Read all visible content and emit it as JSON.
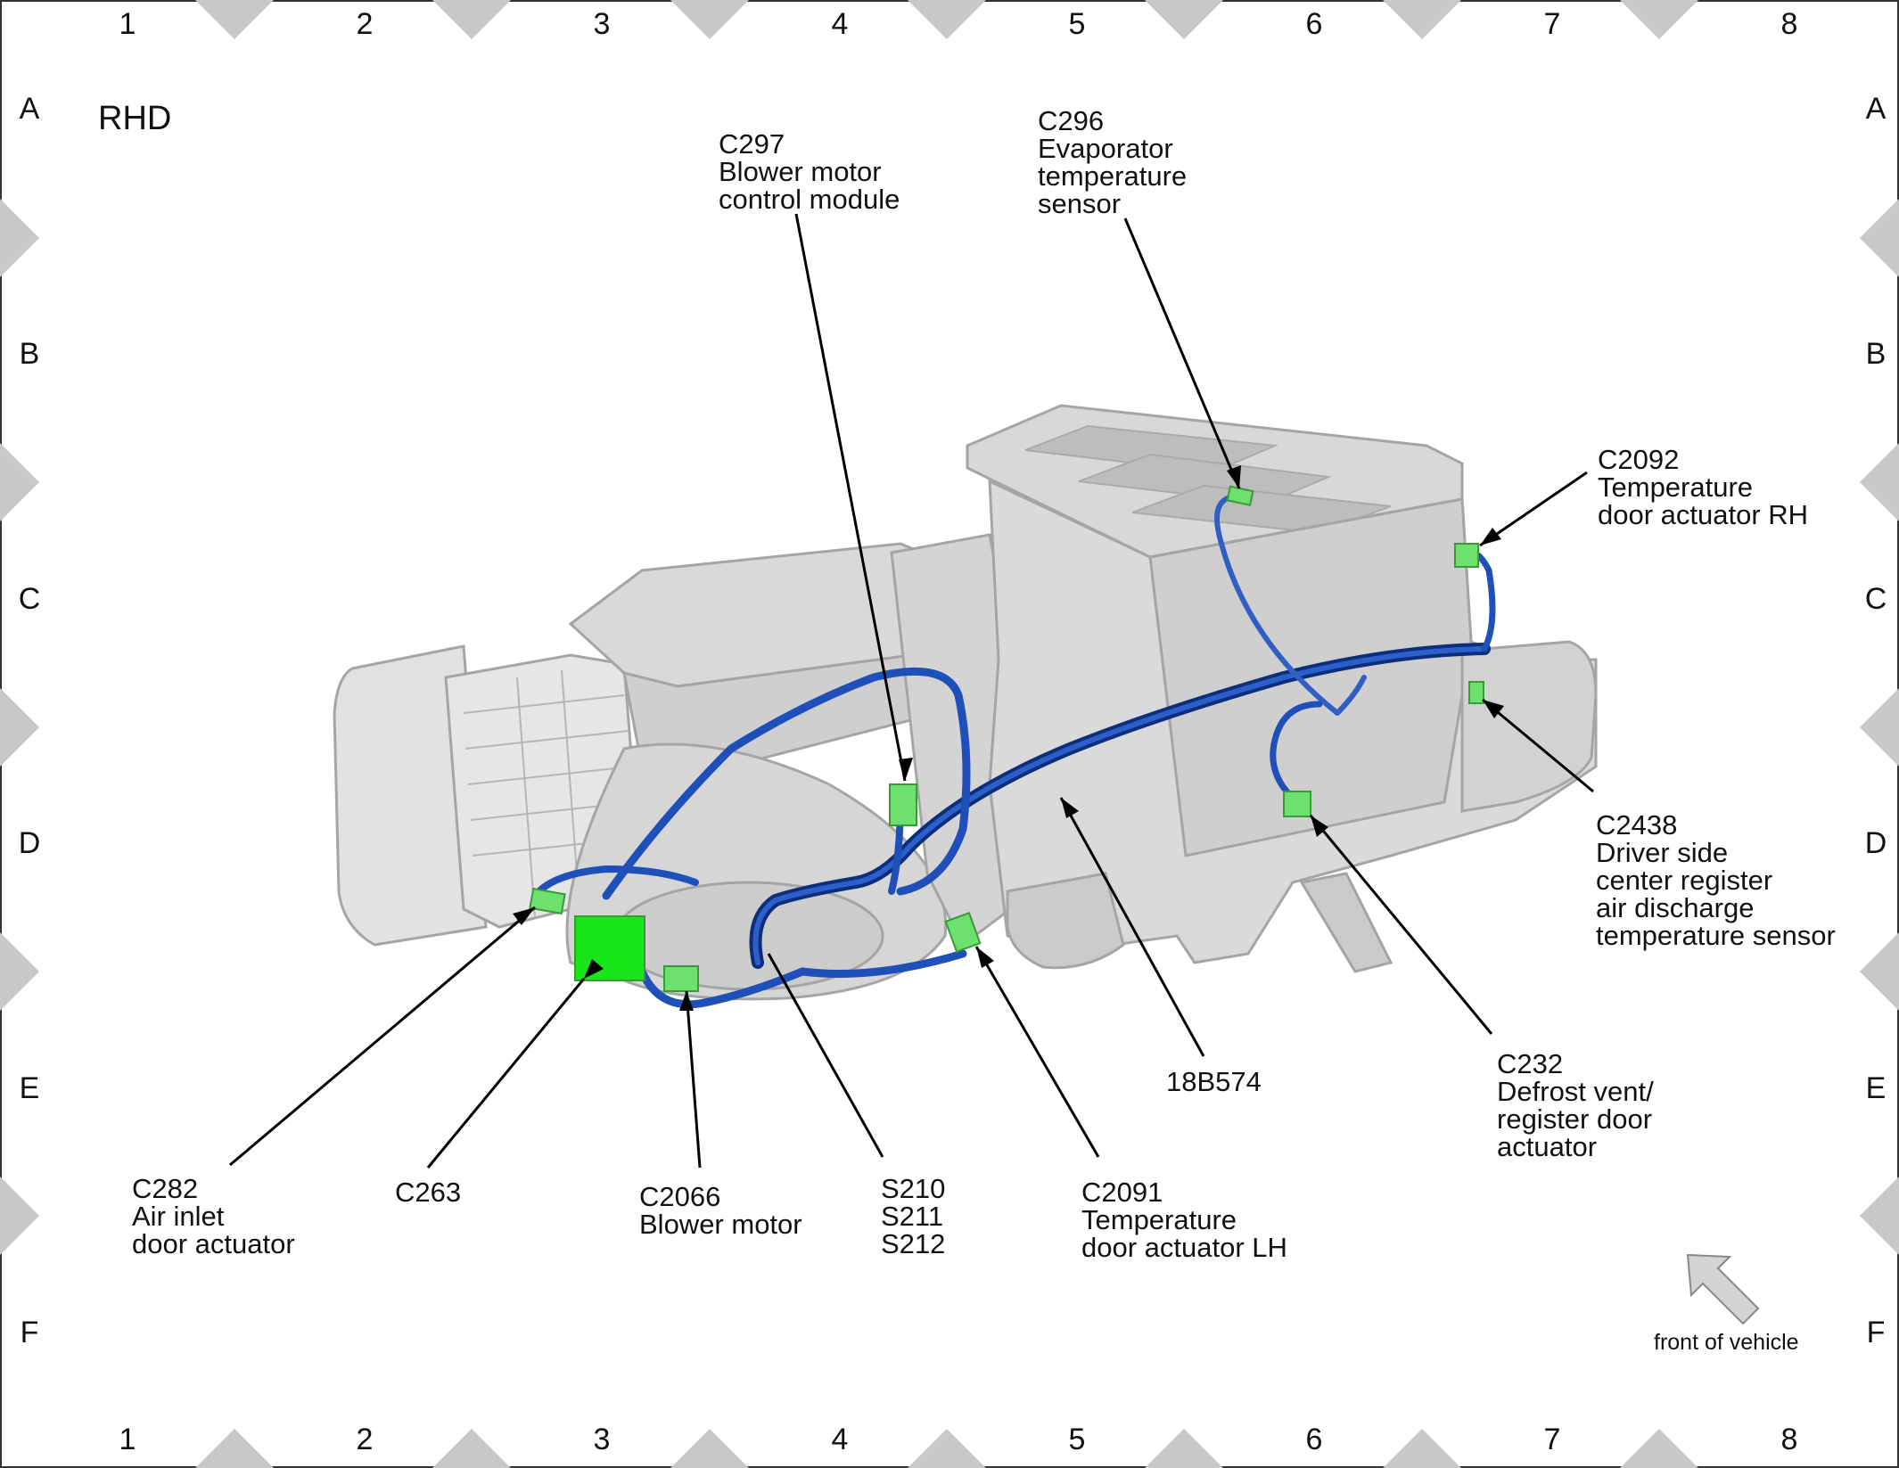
{
  "border": {
    "columns": [
      "1",
      "2",
      "3",
      "4",
      "5",
      "6",
      "7",
      "8"
    ],
    "rows": [
      "A",
      "B",
      "C",
      "D",
      "E",
      "F"
    ]
  },
  "drive_side_label": "RHD",
  "orientation": {
    "label": "front of vehicle",
    "icon": "arrow-icon"
  },
  "callouts": [
    {
      "id": "c297",
      "lines": [
        "C297",
        "Blower motor",
        "control module"
      ]
    },
    {
      "id": "c296",
      "lines": [
        "C296",
        "Evaporator",
        "temperature",
        "sensor"
      ]
    },
    {
      "id": "c2092",
      "lines": [
        "C2092",
        "Temperature",
        "door actuator RH"
      ]
    },
    {
      "id": "c2438",
      "lines": [
        "C2438",
        "Driver side",
        "center register",
        "air discharge",
        "temperature sensor"
      ]
    },
    {
      "id": "c232",
      "lines": [
        "C232",
        "Defrost vent/",
        "register door",
        "actuator"
      ]
    },
    {
      "id": "18b574",
      "lines": [
        "18B574"
      ]
    },
    {
      "id": "c2091",
      "lines": [
        "C2091",
        "Temperature",
        "door actuator LH"
      ]
    },
    {
      "id": "s210",
      "lines": [
        "S210",
        "S211",
        "S212"
      ]
    },
    {
      "id": "c2066",
      "lines": [
        "C2066",
        "Blower motor"
      ]
    },
    {
      "id": "c263",
      "lines": [
        "C263"
      ]
    },
    {
      "id": "c282",
      "lines": [
        "C282",
        "Air inlet",
        "door actuator"
      ]
    }
  ],
  "colors": {
    "harness": "#1f4fb8",
    "harness_dark": "#0d2f7a",
    "connector": "#6ee06e",
    "connector_bright": "#19e619",
    "housing": "#dcdcdc",
    "housing_edge": "#a9a9a9",
    "border_marker": "#c8c8c8"
  }
}
